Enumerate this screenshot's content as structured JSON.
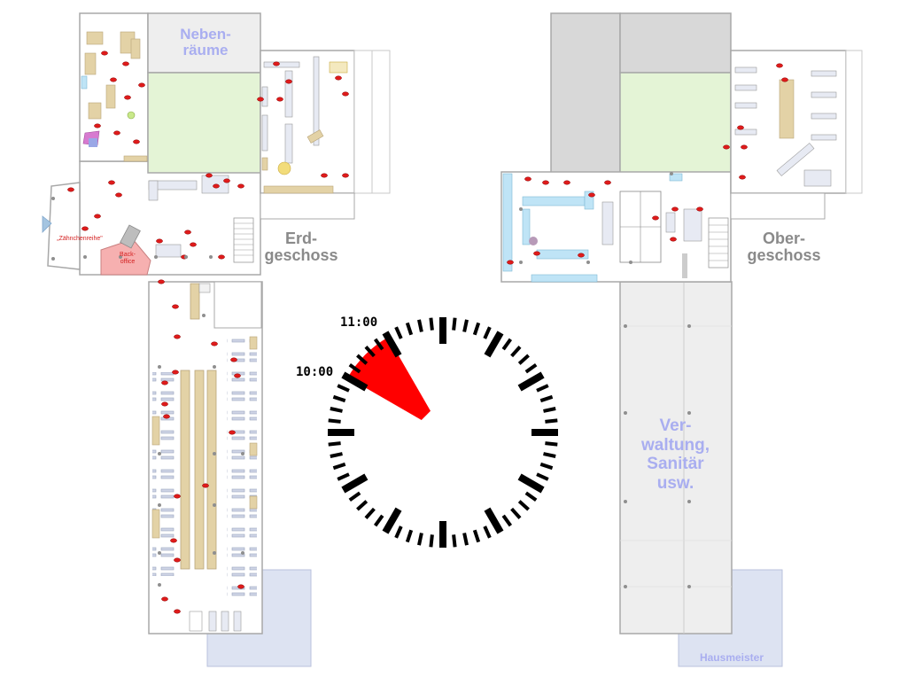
{
  "labels": {
    "nebenraeume": [
      "Neben-",
      "räume"
    ],
    "erdgeschoss": [
      "Erd-",
      "geschoss"
    ],
    "obergeschoss": [
      "Ober-",
      "geschoss"
    ],
    "verwaltung": [
      "Ver-",
      "waltung,",
      "Sanitär",
      "usw."
    ],
    "hausmeister": "Hausmeister",
    "bundesarchiv": "„Zähnchenreihe\"",
    "backoffice": [
      "Back-",
      "office"
    ]
  },
  "clock": {
    "label_11": "11:00",
    "label_10": "10:00",
    "highlight_from": "10:00",
    "highlight_to": "11:00",
    "highlight_color": "#ff0000"
  },
  "colors": {
    "green_area": "#e4f4d6",
    "grey_area": "#d8d8d8",
    "light_grey_area": "#eeeeee",
    "light_blue_area": "#dde3f2",
    "wall": "#a8a8a8",
    "wood": "#e3d2a6",
    "red_marker": "#e01b1b",
    "blue_furniture": "#bfe4f6",
    "pink_area": "#f6b0b0"
  }
}
